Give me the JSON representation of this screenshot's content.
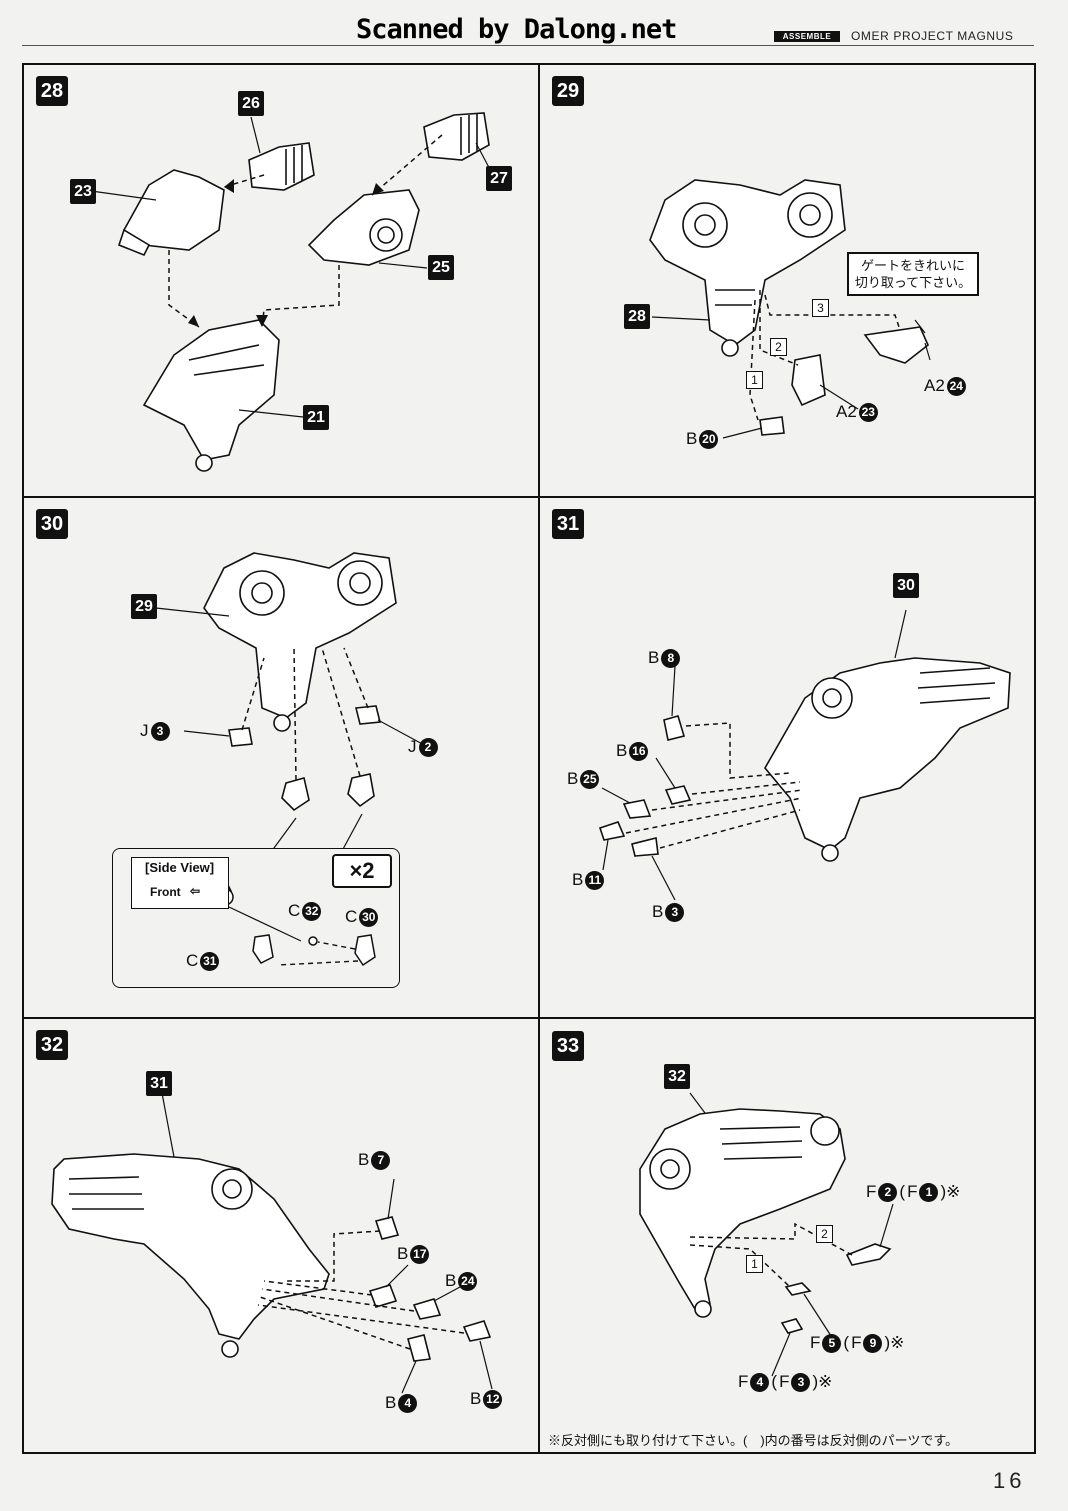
{
  "header": {
    "scan_credit": "Scanned by Dalong.net",
    "assemble_tag": "ASSEMBLE",
    "project_name": "OMER PROJECT MAGNUS"
  },
  "steps": {
    "s28": {
      "number": "28",
      "callouts": [
        "26",
        "23",
        "27",
        "25",
        "21"
      ]
    },
    "s29": {
      "number": "29",
      "callout": "28",
      "gate_note_line1": "ゲートをきれいに",
      "gate_note_line2": "切り取って下さい。",
      "order": [
        "1",
        "2",
        "3"
      ],
      "parts": [
        {
          "letter": "A2",
          "num": "24"
        },
        {
          "letter": "A2",
          "num": "23"
        },
        {
          "letter": "B",
          "num": "20"
        }
      ]
    },
    "s30": {
      "number": "30",
      "callout": "29",
      "parts": [
        {
          "letter": "J",
          "num": "3"
        },
        {
          "letter": "J",
          "num": "2"
        },
        {
          "letter": "C",
          "num": "32"
        },
        {
          "letter": "C",
          "num": "30"
        },
        {
          "letter": "C",
          "num": "31"
        }
      ],
      "side_view_title": "[Side View]",
      "front_label": "Front",
      "multiplier": "×2"
    },
    "s31": {
      "number": "31",
      "callout": "30",
      "parts": [
        {
          "letter": "B",
          "num": "8"
        },
        {
          "letter": "B",
          "num": "16"
        },
        {
          "letter": "B",
          "num": "25"
        },
        {
          "letter": "B",
          "num": "11"
        },
        {
          "letter": "B",
          "num": "3"
        }
      ]
    },
    "s32": {
      "number": "32",
      "callout": "31",
      "parts": [
        {
          "letter": "B",
          "num": "7"
        },
        {
          "letter": "B",
          "num": "17"
        },
        {
          "letter": "B",
          "num": "24"
        },
        {
          "letter": "B",
          "num": "4"
        },
        {
          "letter": "B",
          "num": "12"
        }
      ]
    },
    "s33": {
      "number": "33",
      "callout": "32",
      "order": [
        "1",
        "2"
      ],
      "parts": [
        {
          "letter": "F",
          "num": "2",
          "alt_letter": "F",
          "alt_num": "1"
        },
        {
          "letter": "F",
          "num": "5",
          "alt_letter": "F",
          "alt_num": "9"
        },
        {
          "letter": "F",
          "num": "4",
          "alt_letter": "F",
          "alt_num": "3"
        }
      ],
      "alt_open": "(",
      "alt_close": ")※",
      "footnote": "※反対側にも取り付けて下さい。(　)内の番号は反対側のパーツです。"
    }
  },
  "page_number": "16"
}
